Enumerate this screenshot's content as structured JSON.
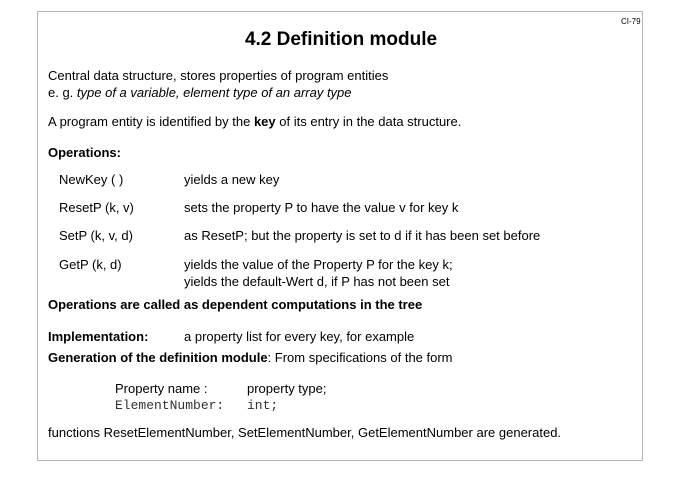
{
  "page_number": "CI-79",
  "title": "4.2 Definition module",
  "intro": {
    "line1": "Central data structure, stores properties of program entities",
    "eg_prefix": " e. g. ",
    "eg_text": "type of a variable, element type of an array type"
  },
  "key_sentence": {
    "before": "A program entity is identified by the ",
    "key": "key",
    "after": " of its entry in the data structure."
  },
  "operations_heading": "Operations:",
  "operations": [
    {
      "name": "NewKey ( )",
      "desc": [
        "yields a new key"
      ]
    },
    {
      "name": "ResetP (k, v)",
      "desc": [
        "sets the property P to have the value v for key k"
      ]
    },
    {
      "name": "SetP (k, v, d)",
      "desc": [
        "as ResetP; but the property is set to d if it has been set before"
      ]
    },
    {
      "name": "GetP (k, d)",
      "desc": [
        "yields the value of the Property P for the key k;",
        "yields the default-Wert d, if P has not been set"
      ]
    }
  ],
  "dependent_note": "Operations are called as dependent computations in the tree",
  "implementation": {
    "label": "Implementation:",
    "text": "a property list for every key, for example"
  },
  "generation": {
    "bold": "Generation of the definition module",
    "rest": ": From specifications of the form"
  },
  "spec": {
    "name_label": "Property name :",
    "type_label": "property type;",
    "example_name": "ElementNumber:",
    "example_type": "int;"
  },
  "footer": "functions ResetElementNumber, SetElementNumber, GetElementNumber are generated."
}
